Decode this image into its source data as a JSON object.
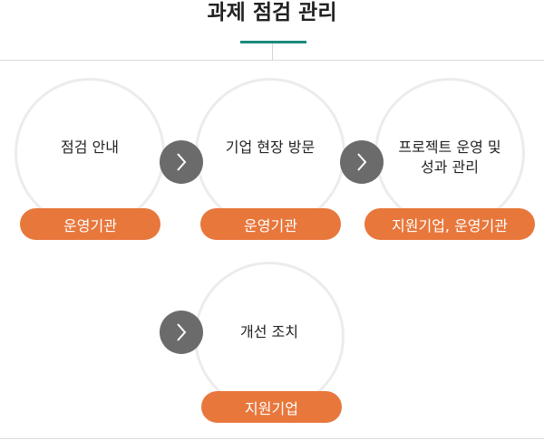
{
  "header": {
    "title": "과제 점검 관리"
  },
  "steps": [
    {
      "label_lines": [
        "점검 안내",
        ""
      ],
      "badge": "운영기관"
    },
    {
      "label_lines": [
        "기업 현장 방문",
        ""
      ],
      "badge": "운영기관"
    },
    {
      "label_lines": [
        "프로젝트 운영 및",
        "성과 관리"
      ],
      "badge": "지원기업, 운영기관"
    },
    {
      "label_lines": [
        "개선 조치",
        ""
      ],
      "badge": "지원기업"
    }
  ],
  "colors": {
    "accent": "#1a8a7c",
    "badge": "#e8773c",
    "arrow": "#6b6b6b",
    "circle_border": "#ececec"
  },
  "icons": {
    "arrow": "chevron-right-icon"
  }
}
